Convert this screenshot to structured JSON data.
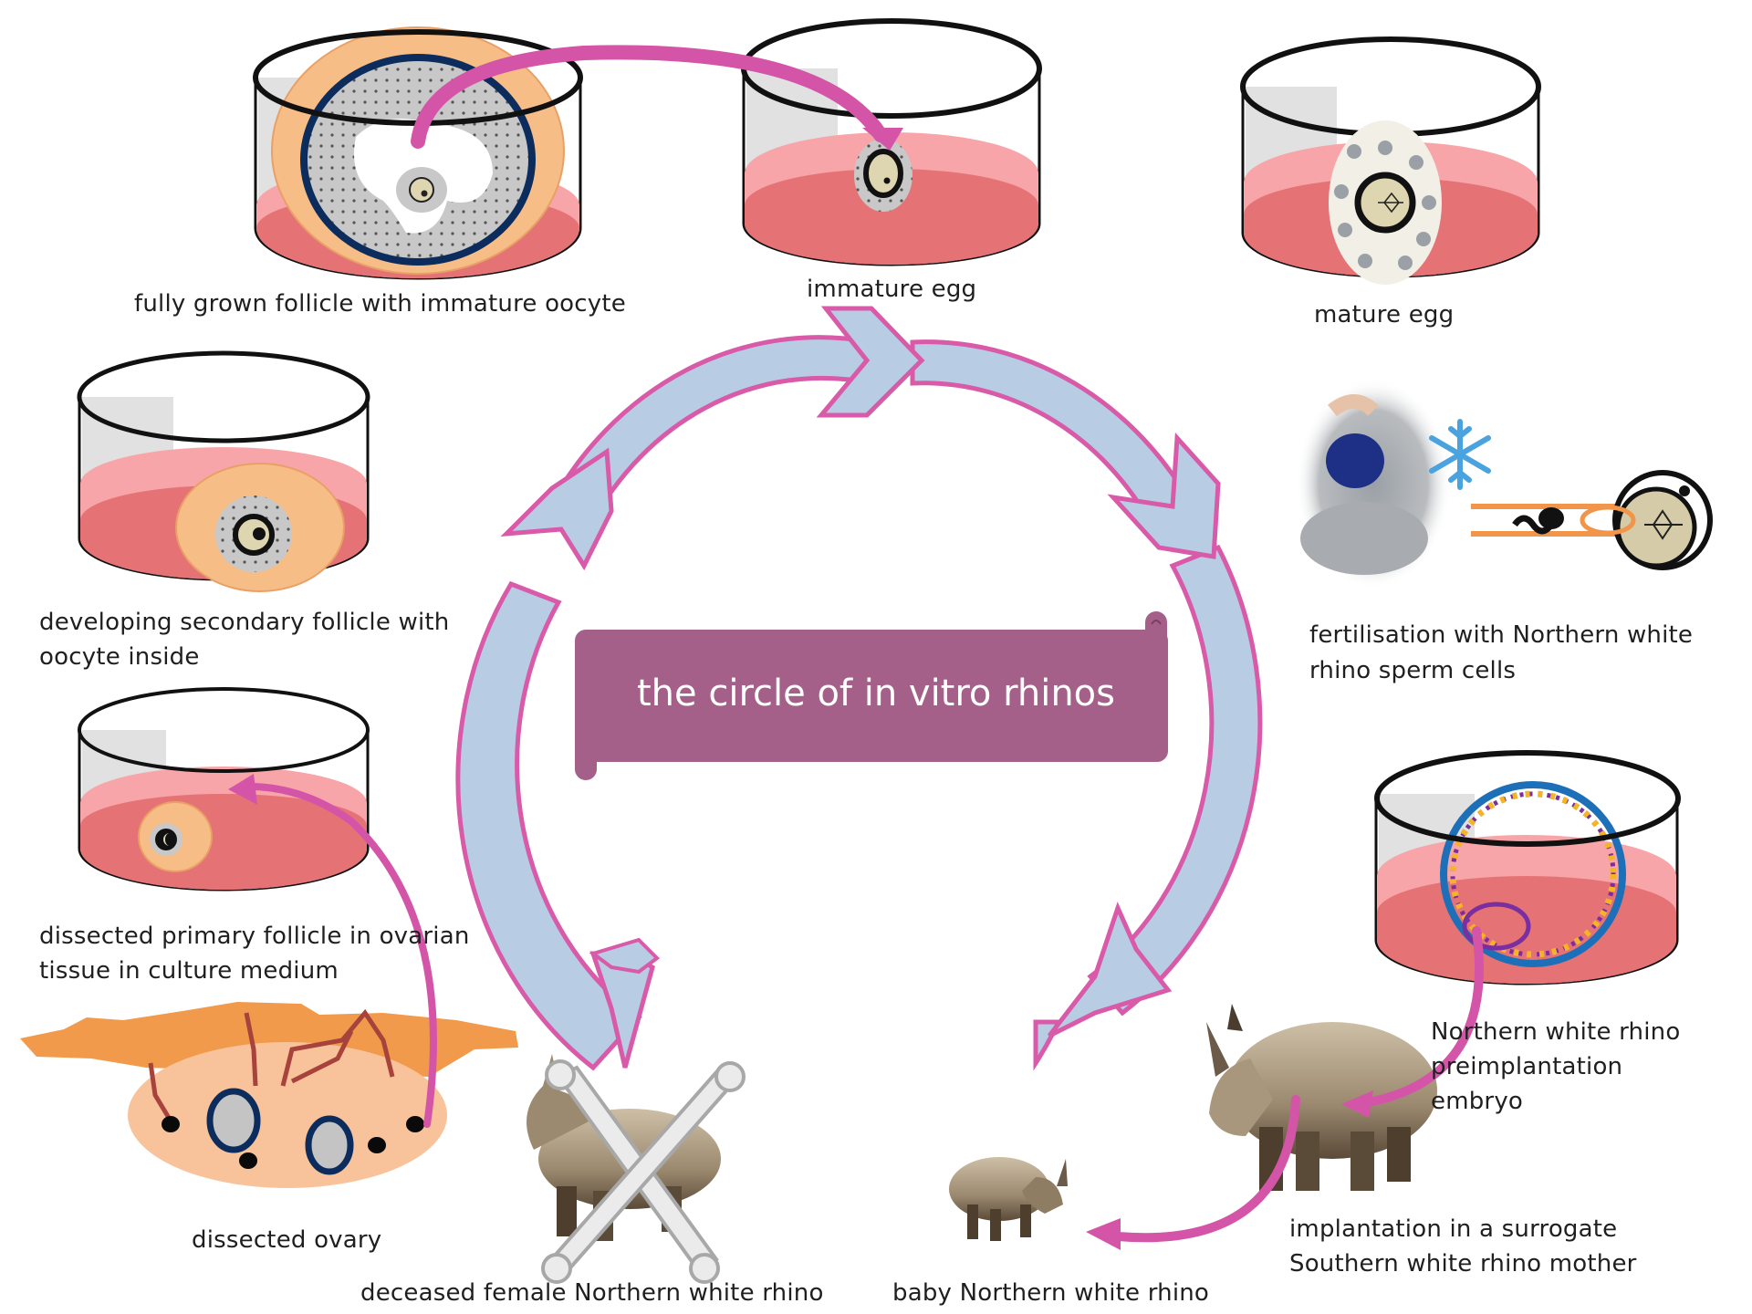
{
  "title": "the circle of in vitro rhinos",
  "colors": {
    "cycle_arrow_fill": "#b8cde4",
    "cycle_arrow_stroke": "#d85aa8",
    "banner": "#a46088",
    "medium_light": "#f8a5a5",
    "medium_dark": "#e57376",
    "follicle_orange": "#f7bd86",
    "pointer_arrow": "#d455a8"
  },
  "stages": [
    {
      "id": "deceased-female",
      "label": "deceased female Northern  white rhino",
      "icon": "crossed-bones-rhino-icon"
    },
    {
      "id": "dissected-ovary",
      "label": "dissected ovary",
      "icon": "ovary-icon"
    },
    {
      "id": "primary-follicle",
      "label_lines": [
        "dissected primary follicle in ovarian",
        "tissue in culture medium"
      ],
      "icon": "petri-dish-icon"
    },
    {
      "id": "secondary-follicle",
      "label_lines": [
        "developing secondary follicle with",
        "oocyte inside"
      ],
      "icon": "petri-dish-icon"
    },
    {
      "id": "fully-grown-follicle",
      "label": "fully grown follicle with immature oocyte",
      "icon": "petri-dish-icon"
    },
    {
      "id": "immature-egg",
      "label": "immature egg",
      "icon": "petri-dish-icon"
    },
    {
      "id": "mature-egg",
      "label": "mature egg",
      "icon": "petri-dish-icon"
    },
    {
      "id": "fertilisation",
      "label_lines": [
        "fertilisation with Northern  white",
        "rhino sperm cells"
      ],
      "icon": "cryo-tank-snowflake-icon"
    },
    {
      "id": "embryo",
      "label_lines": [
        "Northern  white rhino",
        "preimplantation",
        "embryo"
      ],
      "icon": "petri-dish-icon"
    },
    {
      "id": "implantation",
      "label_lines": [
        "implantation in a surrogate",
        "Southern  white rhino mother"
      ],
      "icon": "rhino-icon"
    },
    {
      "id": "baby",
      "label": "baby Northern  white rhino",
      "icon": "baby-rhino-icon"
    }
  ]
}
